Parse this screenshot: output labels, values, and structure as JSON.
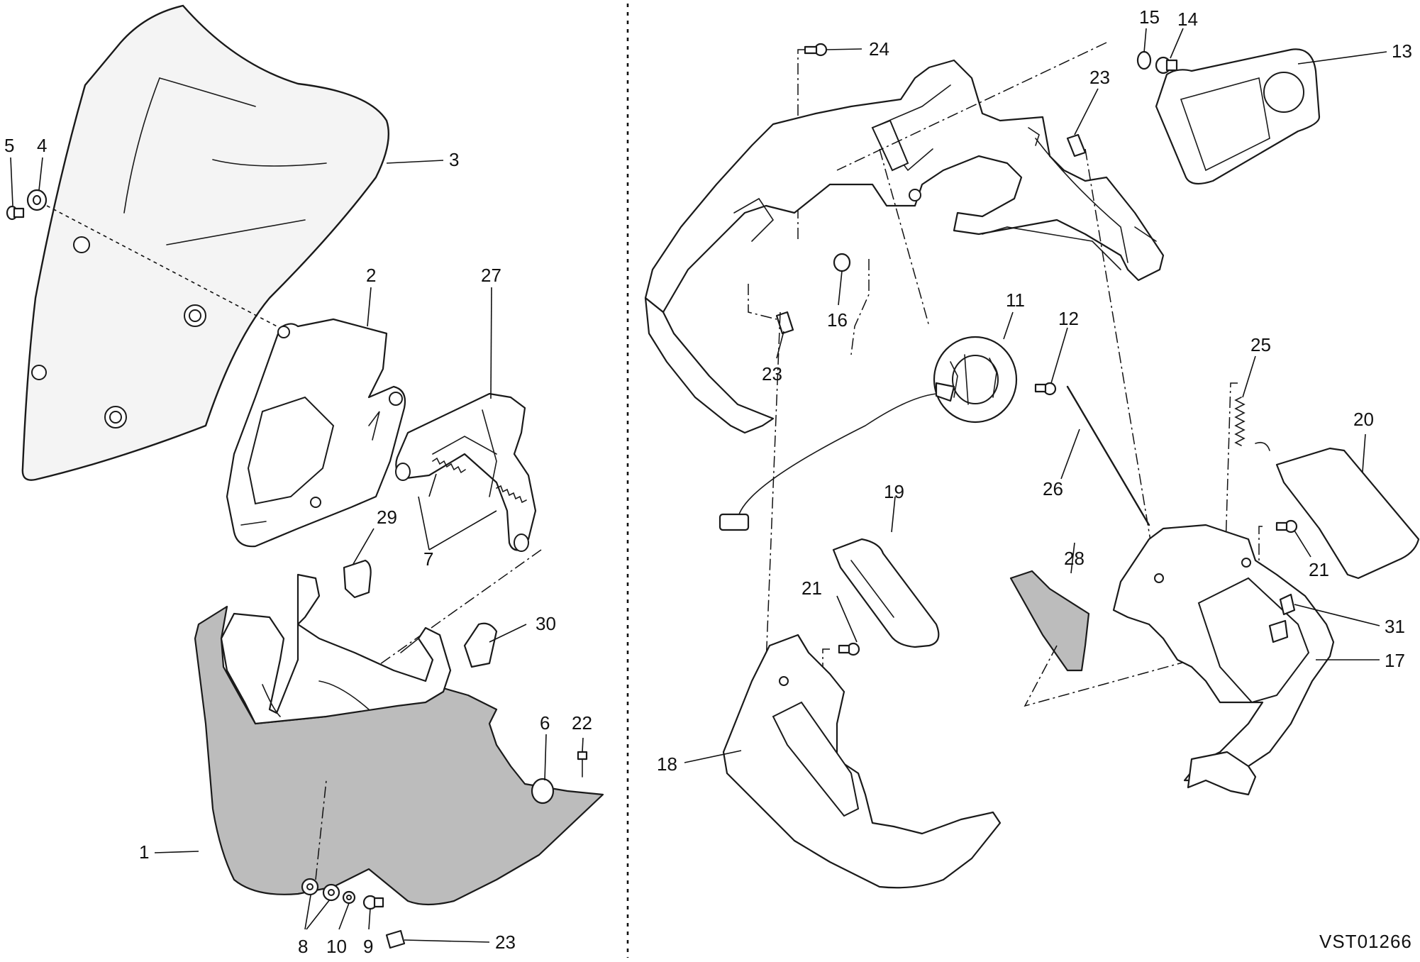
{
  "diagram": {
    "drawing_code": "VST01266",
    "callouts": {
      "c1": "1",
      "c2": "2",
      "c3": "3",
      "c4": "4",
      "c5": "5",
      "c6": "6",
      "c7": "7",
      "c8": "8",
      "c9": "9",
      "c10": "10",
      "c11": "11",
      "c12": "12",
      "c13": "13",
      "c14": "14",
      "c15": "15",
      "c16": "16",
      "c17": "17",
      "c18": "18",
      "c19": "19",
      "c20": "20",
      "c21a": "21",
      "c21b": "21",
      "c22": "22",
      "c23a": "23",
      "c23b": "23",
      "c23c": "23",
      "c24": "24",
      "c25": "25",
      "c26": "26",
      "c27": "27",
      "c28": "28",
      "c29": "29",
      "c30": "30",
      "c31": "31"
    }
  }
}
